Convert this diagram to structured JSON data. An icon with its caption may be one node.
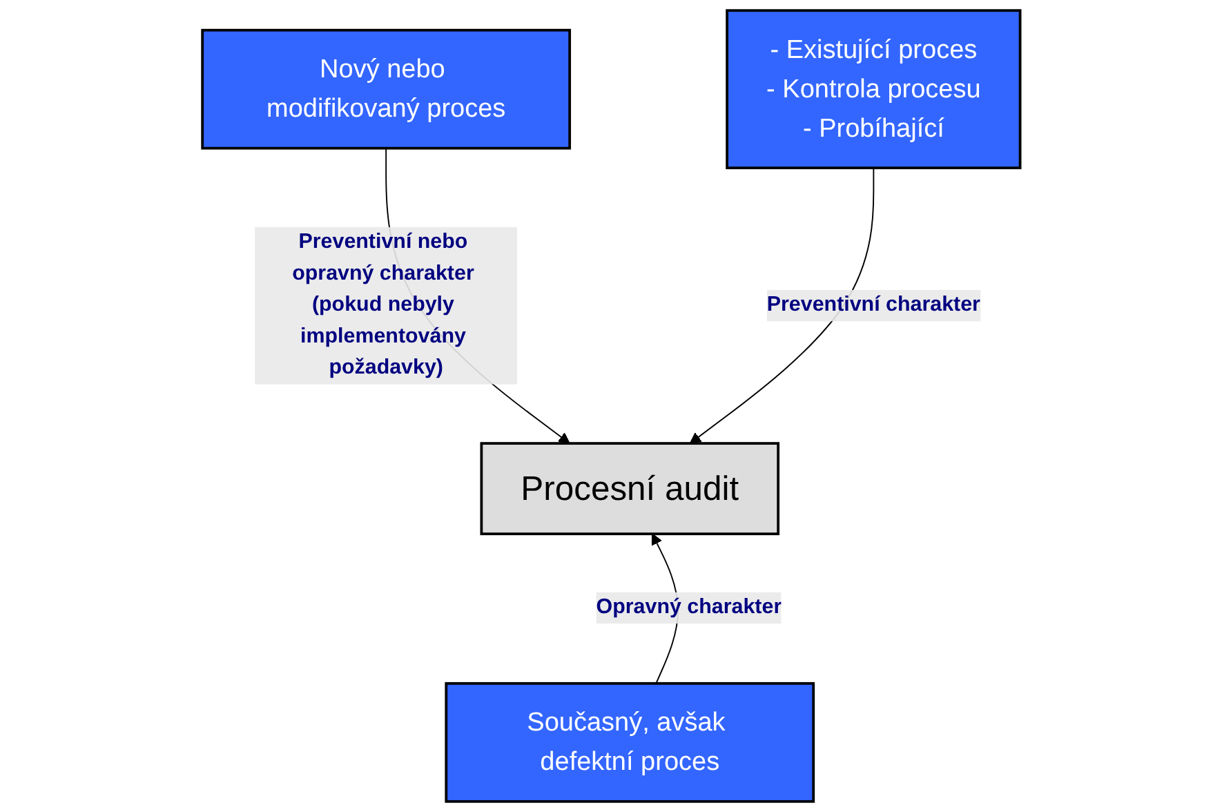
{
  "diagram": {
    "nodes": [
      {
        "text": [
          "Nový nebo modifikovaný proces"
        ]
      },
      {
        "text": [
          "- Existující proces",
          "- Kontrola procesu",
          "- Probíhající"
        ]
      },
      {
        "text": [
          "Procesní audit"
        ]
      },
      {
        "text": [
          "Současný, avšak defektní proces"
        ]
      }
    ],
    "edges": [
      {
        "from": 0,
        "to": 2,
        "arrow": "to",
        "label": "Preventivní nebo opravný charakter (pokud nebyly implementovány požadavky)"
      },
      {
        "from": 1,
        "to": 2,
        "arrow": "to",
        "label": "Preventivní charakter"
      },
      {
        "from": 3,
        "to": 2,
        "arrow": "to",
        "label": "Opravný charakter"
      }
    ]
  }
}
